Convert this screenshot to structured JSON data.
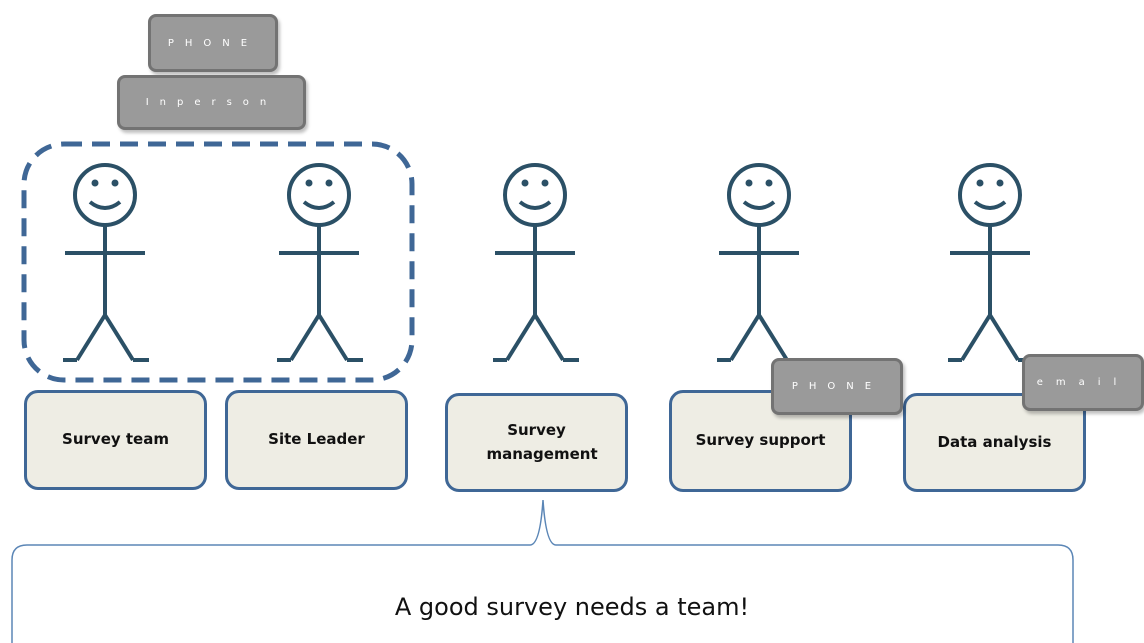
{
  "tags": {
    "phone_top": "PHONE",
    "in_person": "Inperson",
    "phone_support": "PHONE",
    "email": "email"
  },
  "roles": [
    {
      "label": "Survey team"
    },
    {
      "label": "Site Leader"
    },
    {
      "label": "Survey management"
    },
    {
      "label": "Survey support"
    },
    {
      "label": "Data analysis"
    }
  ],
  "caption": "A good survey needs a team!",
  "colors": {
    "figure": "#2b5066",
    "box_border": "#3f6796",
    "box_fill": "#eeede4",
    "tag_fill": "#9a9a9a",
    "brace": "#5b86b6"
  }
}
